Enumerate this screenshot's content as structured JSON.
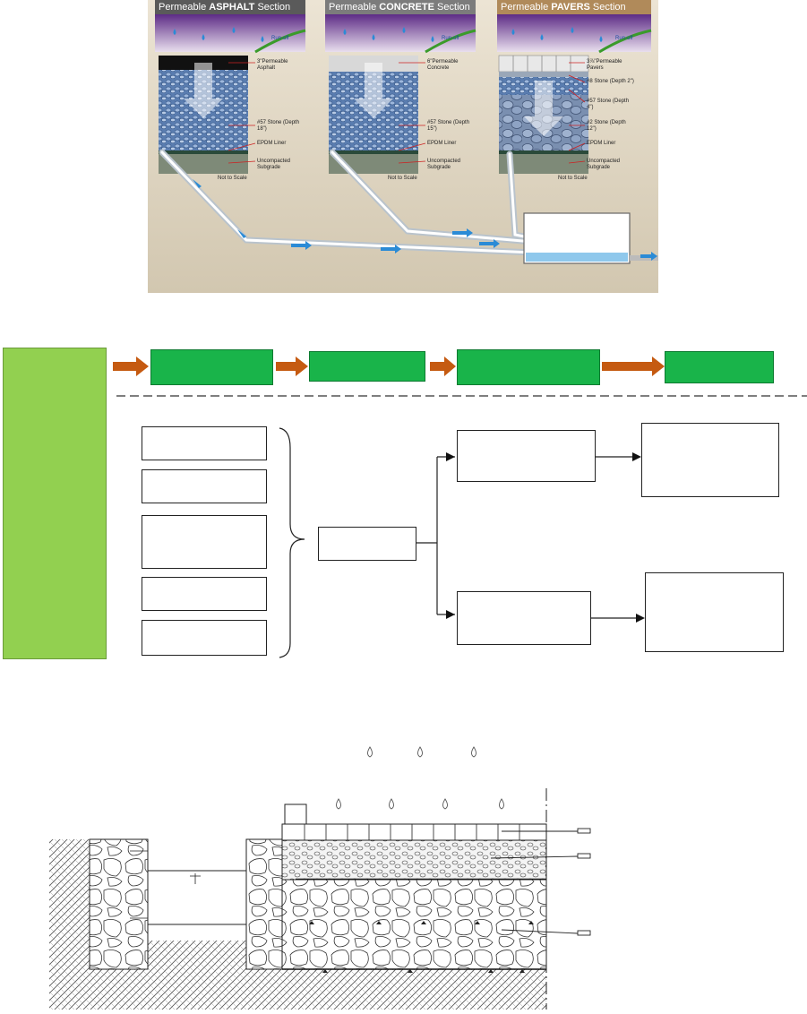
{
  "top_figure": {
    "panels": [
      {
        "title_pre": "Permeable ",
        "title_strong": "ASPHALT",
        "title_post": " Section",
        "head_color": "#5a5a5a",
        "runoff": "Run-off",
        "labels": [
          "3\"Permeable Asphalt",
          "#57 Stone (Depth 18\")",
          "EPDM Liner",
          "Uncompacted Subgrade"
        ],
        "scale": "Not to Scale"
      },
      {
        "title_pre": "Permeable ",
        "title_strong": "CONCRETE",
        "title_post": " Section",
        "head_color": "#7c7c7c",
        "runoff": "Run-off",
        "labels": [
          "6\"Permeable Concrete",
          "#57 Stone (Depth 15\")",
          "EPDM Liner",
          "Uncompacted Subgrade"
        ],
        "scale": "Not to Scale"
      },
      {
        "title_pre": "Permeable ",
        "title_strong": "PAVERS",
        "title_post": " Section",
        "head_color": "#b08a5a",
        "runoff": "Run-off",
        "labels": [
          "3⅞\"Permeable Pavers",
          "#8 Stone (Depth 2\")",
          "#57 Stone (Depth 4\")",
          "#2 Stone (Depth 12\")",
          "EPDM Liner",
          "Uncompacted Subgrade"
        ],
        "scale": "Not to Scale"
      }
    ]
  },
  "flow_figure": {
    "green_boxes": [
      "",
      "",
      "",
      ""
    ],
    "left_boxes": [
      "",
      "",
      "",
      "",
      ""
    ],
    "center_box": "",
    "mid_boxes": [
      "",
      ""
    ],
    "right_boxes": [
      "",
      ""
    ],
    "colors": {
      "green": "#19b44a",
      "side_panel": "#92d050",
      "arrow": "#c55a11"
    }
  }
}
